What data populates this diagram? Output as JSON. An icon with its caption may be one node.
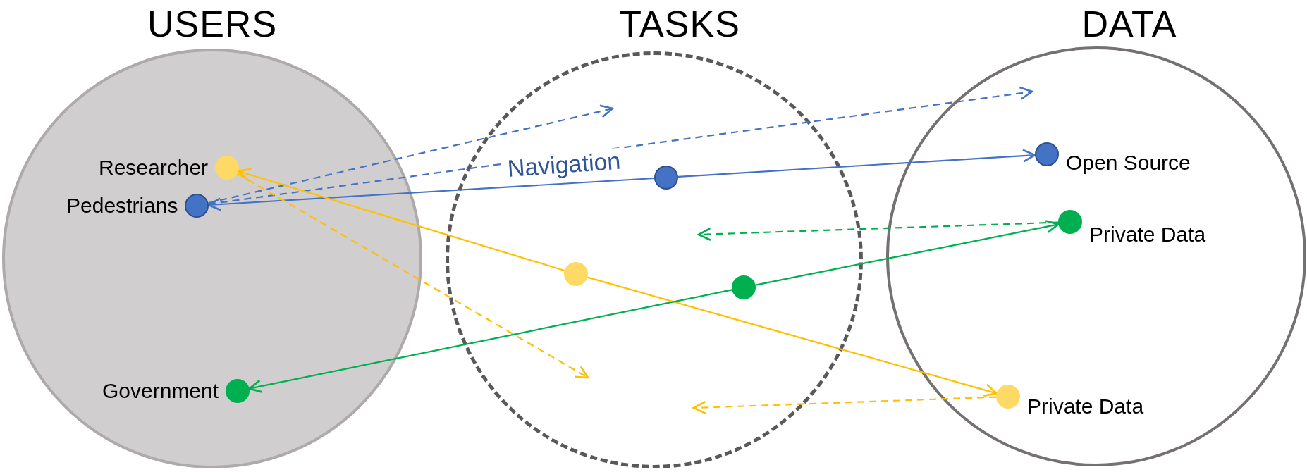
{
  "diagram": {
    "nodes": [
      {
        "text": [
          "USERS"
        ]
      },
      {
        "text": [
          "Researcher"
        ],
        "in": 0
      },
      {
        "text": [
          "Pedestrians"
        ],
        "in": 0
      },
      {
        "text": [
          "Government"
        ],
        "in": 0
      },
      {
        "text": [
          "TASKS"
        ]
      },
      {
        "text": [],
        "shape": "circle",
        "in": 4
      },
      {
        "text": [],
        "shape": "circle",
        "in": 4
      },
      {
        "text": [],
        "shape": "circle",
        "in": 4
      },
      {
        "text": [
          "DATA"
        ]
      },
      {
        "text": [
          "Open Source"
        ],
        "in": 8
      },
      {
        "text": [
          "Private Data"
        ],
        "in": 8
      },
      {
        "text": [
          "Private Data"
        ],
        "in": 8
      }
    ],
    "edges": [
      {
        "from": 5,
        "to": 2,
        "arrow": "to",
        "label": "Navigation",
        "color": "#4472c4"
      },
      {
        "from": 5,
        "to": 9,
        "arrow": "to",
        "color": "#4472c4"
      },
      {
        "from": 2,
        "to": null,
        "arrow": "to",
        "style": "dashed",
        "color": "#4472c4"
      },
      {
        "from": 2,
        "to": null,
        "arrow": "to",
        "style": "dashed",
        "color": "#4472c4"
      },
      {
        "from": 6,
        "to": 1,
        "arrow": "to",
        "color": "#ffc000"
      },
      {
        "from": 6,
        "to": 11,
        "arrow": "to",
        "color": "#ffc000"
      },
      {
        "from": 1,
        "to": null,
        "arrow": "to",
        "style": "dashed",
        "color": "#ffc000"
      },
      {
        "from": 7,
        "to": 3,
        "arrow": "to",
        "color": "#00b050"
      },
      {
        "from": 7,
        "to": 10,
        "arrow": "to",
        "color": "#00b050"
      },
      {
        "from": 10,
        "to": null,
        "arrow": "to",
        "style": "dashed",
        "color": "#00b050"
      },
      {
        "from": 11,
        "to": null,
        "arrow": "to",
        "style": "dashed",
        "color": "#ffc000"
      }
    ]
  }
}
